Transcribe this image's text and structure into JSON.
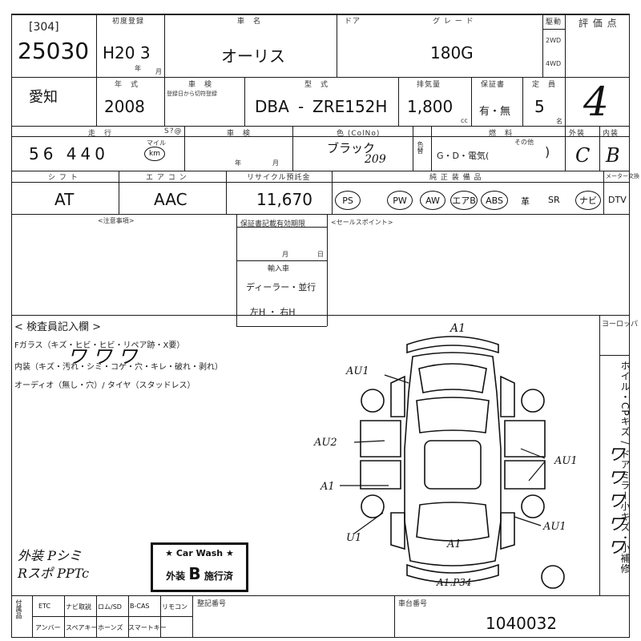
{
  "header": {
    "lot_code": "[304]",
    "lot_number": "25030",
    "first_reg_label": "初度登録",
    "first_reg_value": "H20 3",
    "year_unit": "年",
    "month_unit": "月",
    "car_name_label": "車　名",
    "car_name": "オーリス",
    "doors_label": "ドア",
    "grade_label": "グ レ ー ド",
    "grade": "180G",
    "drive_label": "駆動",
    "drive_2wd": "2WD",
    "drive_4wd": "4WD",
    "score_label": "評 価 点",
    "score": "4"
  },
  "row2": {
    "region": "愛知",
    "year_label": "年　式",
    "year": "2008",
    "inspection_label": "車　検",
    "inspection_note": "登録日から切符登録",
    "model_label": "型　式",
    "model_prefix": "DBA",
    "model_code": "ZRE152H",
    "displacement_label": "排気量",
    "displacement": "1,800",
    "cc_unit": "cc",
    "warranty_label": "保証書",
    "warranty": "有・無",
    "seats_label": "定　員",
    "seats": "5",
    "seats_unit": "名"
  },
  "row3": {
    "mileage_label": "走　行",
    "mileage_unit_label": "S?@",
    "mileage": "56 440",
    "mile_unit": "マイル",
    "km_unit": "km",
    "shaken_label": "車　検",
    "shaken_year": "年",
    "shaken_month": "月",
    "color_label": "色 (ColNo)",
    "color": "ブラック",
    "color_no": "209",
    "color_change": "色替",
    "fuel_label": "燃　料",
    "fuel": "G・D・電気(",
    "fuel_other": "その他",
    "exterior_label": "外装",
    "exterior": "C",
    "interior_label": "内装",
    "interior": "B"
  },
  "row4": {
    "shift_label": "シ フ ト",
    "shift": "AT",
    "ac_label": "エ ア コ ン",
    "ac": "AAC",
    "recycle_label": "リサイクル預託金",
    "recycle": "11,670",
    "equipment_label": "純 正 装 備 品",
    "equip": [
      "PS",
      "PW",
      "AW",
      "エアB",
      "ABS"
    ],
    "equip_plain": [
      "革",
      "SR"
    ],
    "equip_nav": "ナビ",
    "equip_dtv": "DTV",
    "meter_label": "メーター交換"
  },
  "notes": {
    "caution_label": "<注意事項>",
    "warranty_exp_label": "保証書記載有効期限",
    "month": "月",
    "day": "日",
    "import_label": "輸入車",
    "import_value": "ディーラー・並行",
    "hand_drive": "左H ・ 右H",
    "sales_label": "<セールスポイント>"
  },
  "inspector": {
    "title": "< 検査員記入欄 >",
    "line1": "Fガラス（キズ・ヒビ・ヒビ・リペア跡・X要）",
    "line2": "内装（キズ・汚れ・シミ・コゲ・穴・キレ・破れ・剥れ）",
    "line3": "オーディオ（無し・穴）/ タイヤ（スタッドレス）",
    "handwritten_interior": "ワ ワ ワ",
    "handwritten_left": "外装 Pシミ\nRスポ PPTc",
    "memo_label": "ヨーロッパ"
  },
  "diagram": {
    "marks": [
      "A1",
      "AU1",
      "AU2",
      "A1",
      "U1",
      "A1",
      "AU1",
      "AU1",
      "A1.P34"
    ]
  },
  "right_side": {
    "vertical_text": "ホイル・CPキズ / ドアミラー小キズ・小補修",
    "handwritten": "ワ ワ ワ ワ ワ"
  },
  "stamp": {
    "line1": "★ Car Wash ★",
    "line2_prefix": "外装",
    "line2_grade": "B",
    "line2_suffix": "施行済"
  },
  "footer": {
    "items_row1": [
      "ETC",
      "ナビ取説",
      "ロム/SD",
      "B-CAS",
      "リモコン"
    ],
    "items_row2": [
      "アンバー",
      "スペアキー",
      "ホーンズ",
      "スマートキー"
    ],
    "record_label": "整記番号",
    "chassis_label": "車台番号",
    "chassis": "1040032"
  }
}
